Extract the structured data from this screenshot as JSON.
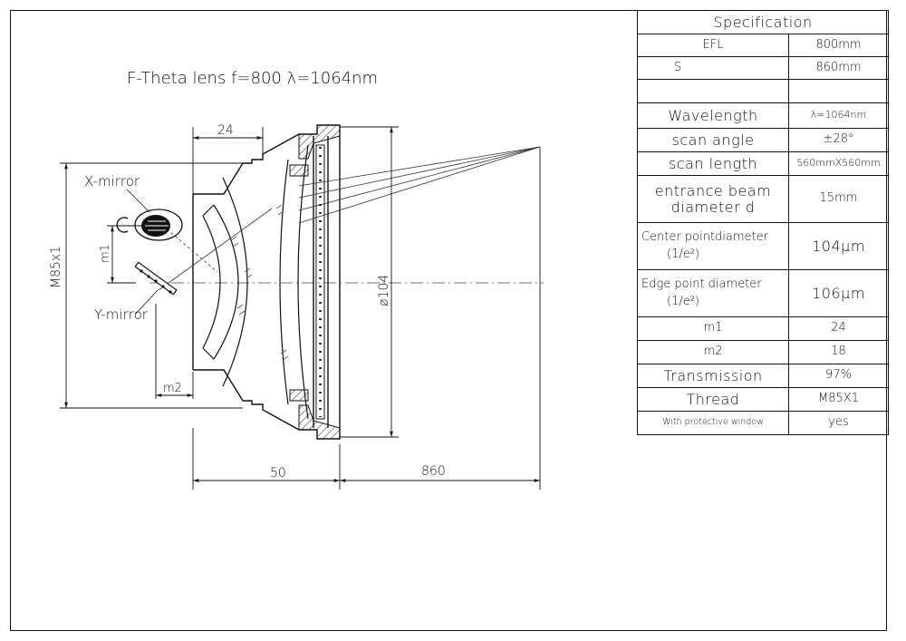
{
  "title": "F-Theta lens   f=800  λ=1064nm",
  "labels": {
    "x_mirror": "X-mirror",
    "y_mirror": "Y-mirror",
    "m1": "m1",
    "m2": "m2",
    "thread": "M85x1",
    "diameter": "ø104",
    "dim_24": "24",
    "dim_50": "50",
    "dim_860": "860"
  },
  "spec": {
    "header": "Specification",
    "rows": [
      {
        "name": "EFL",
        "value": "800mm"
      },
      {
        "name": "S",
        "value": "860mm"
      },
      {
        "name": "",
        "value": ""
      },
      {
        "name": "Wavelength",
        "value": "λ=1064nm"
      },
      {
        "name": "scan angle",
        "value": "±28°"
      },
      {
        "name": "scan length",
        "value": "560mmX560mm"
      },
      {
        "name": "entrance beam diameter d",
        "value": "15mm"
      },
      {
        "name": "Center pointdiameter",
        "name2": "(1/e²)",
        "value": "104μm"
      },
      {
        "name": "Edge point diameter",
        "name2": "(1/e²)",
        "value": "106μm"
      },
      {
        "name": "m1",
        "value": "24"
      },
      {
        "name": "m2",
        "value": "18"
      },
      {
        "name": "Transmission",
        "value": "97%"
      },
      {
        "name": "Thread",
        "value": "M85X1"
      },
      {
        "name": "With protective window",
        "value": "yes"
      }
    ]
  }
}
